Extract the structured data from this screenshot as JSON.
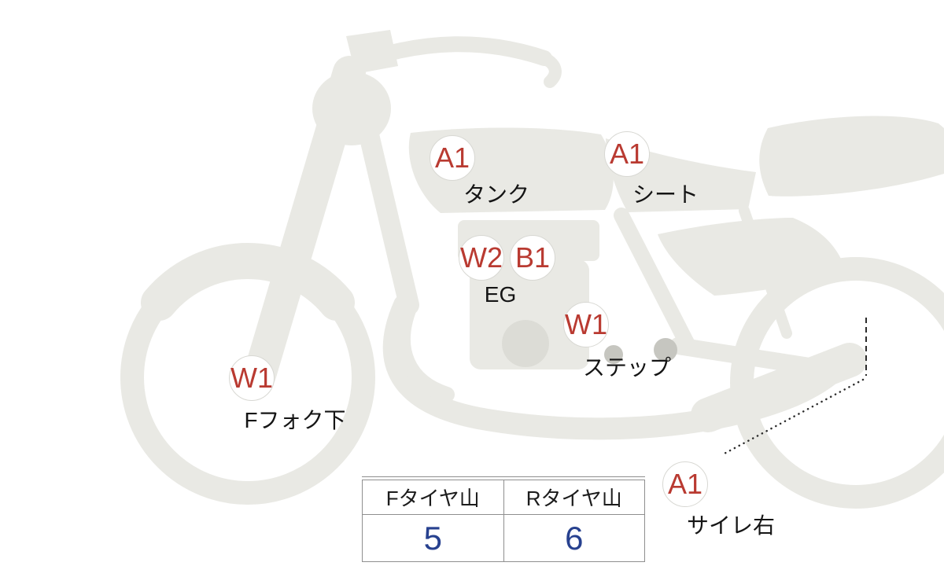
{
  "colors": {
    "marker_red": "#b93a31",
    "value_blue": "#27418f",
    "bike_gray": "#e9e9e4"
  },
  "markers": {
    "tank": {
      "code": "A1",
      "label": "タンク"
    },
    "seat": {
      "code": "A1",
      "label": "シート"
    },
    "engine": {
      "code_left": "W2",
      "code_right": "B1",
      "label": "EG"
    },
    "step": {
      "code": "W1",
      "label": "ステップ"
    },
    "front_fork": {
      "code": "W1",
      "label": "Fフォク下"
    },
    "silencer_right": {
      "code": "A1",
      "label": "サイレ右"
    }
  },
  "tire_table": {
    "front_header": "Fタイヤ山",
    "rear_header": "Rタイヤ山",
    "front_value": "5",
    "rear_value": "6"
  }
}
